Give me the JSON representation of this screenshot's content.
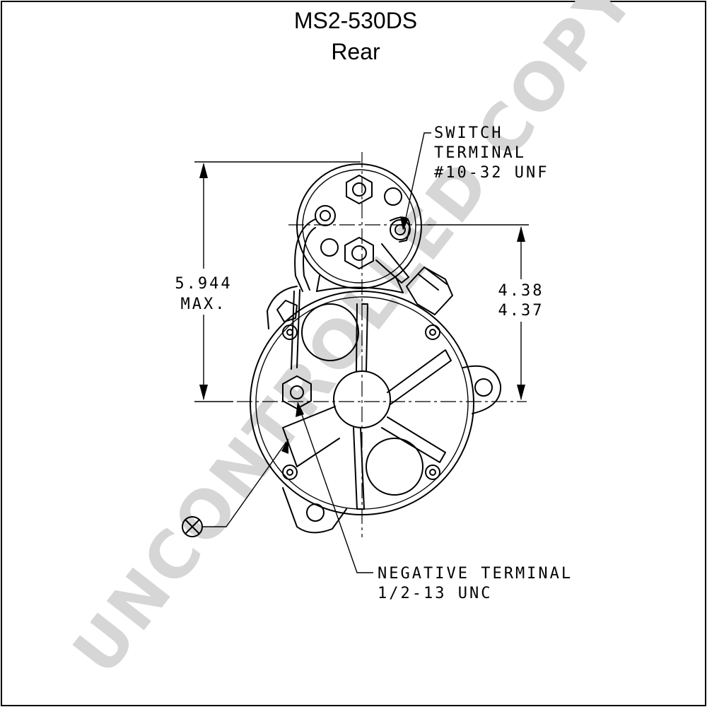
{
  "title": {
    "model": "MS2-530DS",
    "view": "Rear"
  },
  "callouts": {
    "switch_terminal": [
      "SWITCH",
      "TERMINAL",
      "#10-32 UNF"
    ],
    "negative_terminal": [
      "NEGATIVE TERMINAL",
      "1/2-13 UNC"
    ]
  },
  "dimensions": {
    "overall_height": [
      "5.944",
      "MAX."
    ],
    "terminal_offset": [
      "4.38",
      "4.37"
    ]
  },
  "watermark": "UNCONTROLLED COPY",
  "colors": {
    "line": "#000000",
    "watermark": "#d6d6d6",
    "background": "#ffffff"
  }
}
